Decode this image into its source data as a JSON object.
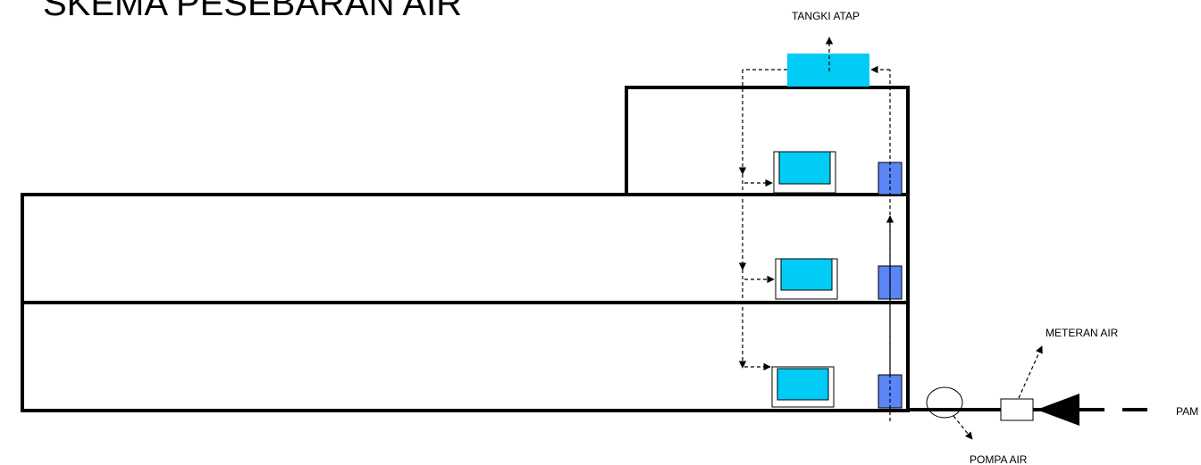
{
  "title": "SKEMA PESEBARAN AIR",
  "labels": {
    "roof_tank": "TANGKI ATAP",
    "water_meter": "METERAN AIR",
    "water_pump": "POMPA AIR",
    "pam": "PAM"
  },
  "colors": {
    "tank": "#00ccf5",
    "riser": "#5b84f5",
    "lines": "#000000"
  }
}
